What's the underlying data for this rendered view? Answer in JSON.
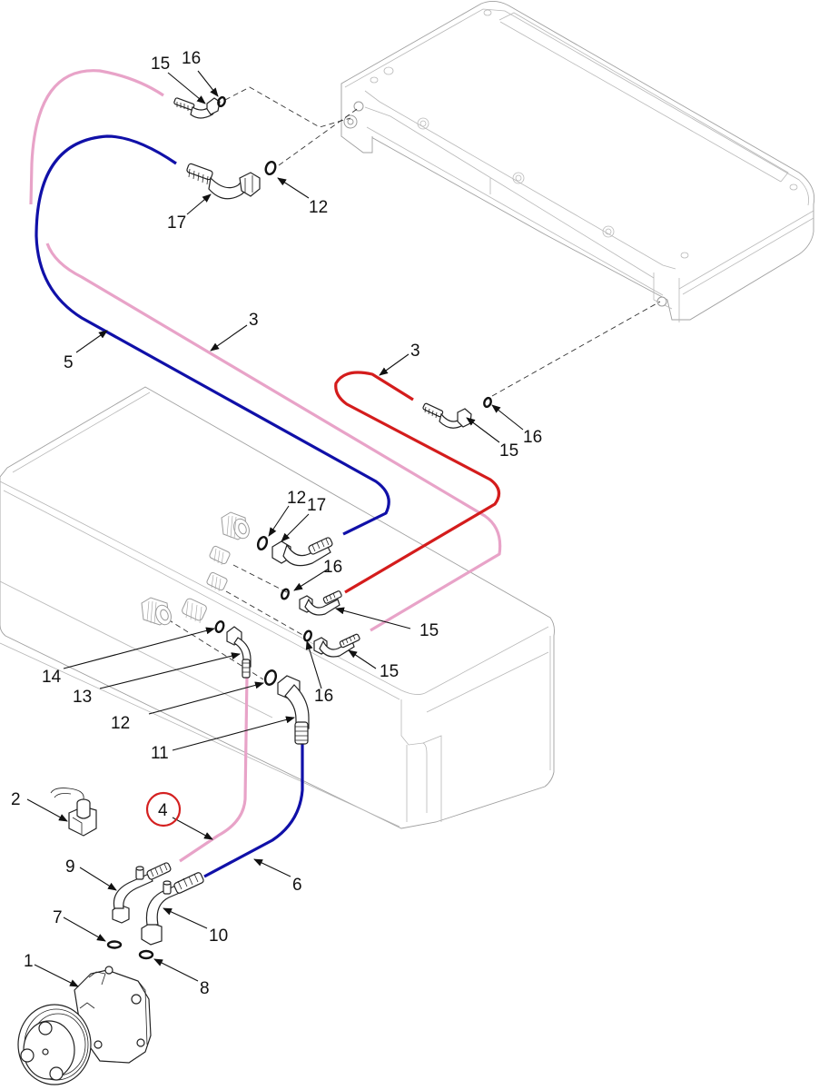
{
  "diagram": {
    "type": "exploded parts view",
    "subject": "A/C compressor hose and fitting assembly with evaporator and condenser housings",
    "colors": {
      "hose_pink": "#e8a3c8",
      "hose_blue": "#1010a8",
      "hose_red": "#d41c1c",
      "highlight_circle": "#d42020",
      "line_art": "#222222",
      "background": "#ffffff"
    },
    "highlighted_callout": "4",
    "callouts": [
      {
        "id": "c15a",
        "label": "15"
      },
      {
        "id": "c16a",
        "label": "16"
      },
      {
        "id": "c17a",
        "label": "17"
      },
      {
        "id": "c12a",
        "label": "12"
      },
      {
        "id": "c3a",
        "label": "3"
      },
      {
        "id": "c5",
        "label": "5"
      },
      {
        "id": "c3b",
        "label": "3"
      },
      {
        "id": "c15b",
        "label": "15"
      },
      {
        "id": "c16b",
        "label": "16"
      },
      {
        "id": "c12b",
        "label": "12"
      },
      {
        "id": "c17b",
        "label": "17"
      },
      {
        "id": "c16c",
        "label": "16"
      },
      {
        "id": "c15c",
        "label": "15"
      },
      {
        "id": "c15d",
        "label": "15"
      },
      {
        "id": "c16d",
        "label": "16"
      },
      {
        "id": "c14",
        "label": "14"
      },
      {
        "id": "c13",
        "label": "13"
      },
      {
        "id": "c12c",
        "label": "12"
      },
      {
        "id": "c11",
        "label": "11"
      },
      {
        "id": "c2",
        "label": "2"
      },
      {
        "id": "c4",
        "label": "4"
      },
      {
        "id": "c9",
        "label": "9"
      },
      {
        "id": "c6",
        "label": "6"
      },
      {
        "id": "c10",
        "label": "10"
      },
      {
        "id": "c7",
        "label": "7"
      },
      {
        "id": "c8",
        "label": "8"
      },
      {
        "id": "c1",
        "label": "1"
      }
    ],
    "parts": [
      {
        "number": "1",
        "name": "compressor"
      },
      {
        "number": "2",
        "name": "switch / sensor with bracket"
      },
      {
        "number": "3",
        "name": "hose (pink/red)"
      },
      {
        "number": "4",
        "name": "hose (pink) — highlighted"
      },
      {
        "number": "5",
        "name": "hose (blue)"
      },
      {
        "number": "6",
        "name": "hose (blue)"
      },
      {
        "number": "7",
        "name": "o-ring"
      },
      {
        "number": "8",
        "name": "o-ring"
      },
      {
        "number": "9",
        "name": "compressor fitting with service port"
      },
      {
        "number": "10",
        "name": "compressor fitting with service port"
      },
      {
        "number": "11",
        "name": "90° hose fitting"
      },
      {
        "number": "12",
        "name": "o-ring"
      },
      {
        "number": "13",
        "name": "90° hose fitting"
      },
      {
        "number": "14",
        "name": "o-ring"
      },
      {
        "number": "15",
        "name": "45° hose fitting"
      },
      {
        "number": "16",
        "name": "o-ring"
      },
      {
        "number": "17",
        "name": "45° hose fitting"
      }
    ]
  }
}
